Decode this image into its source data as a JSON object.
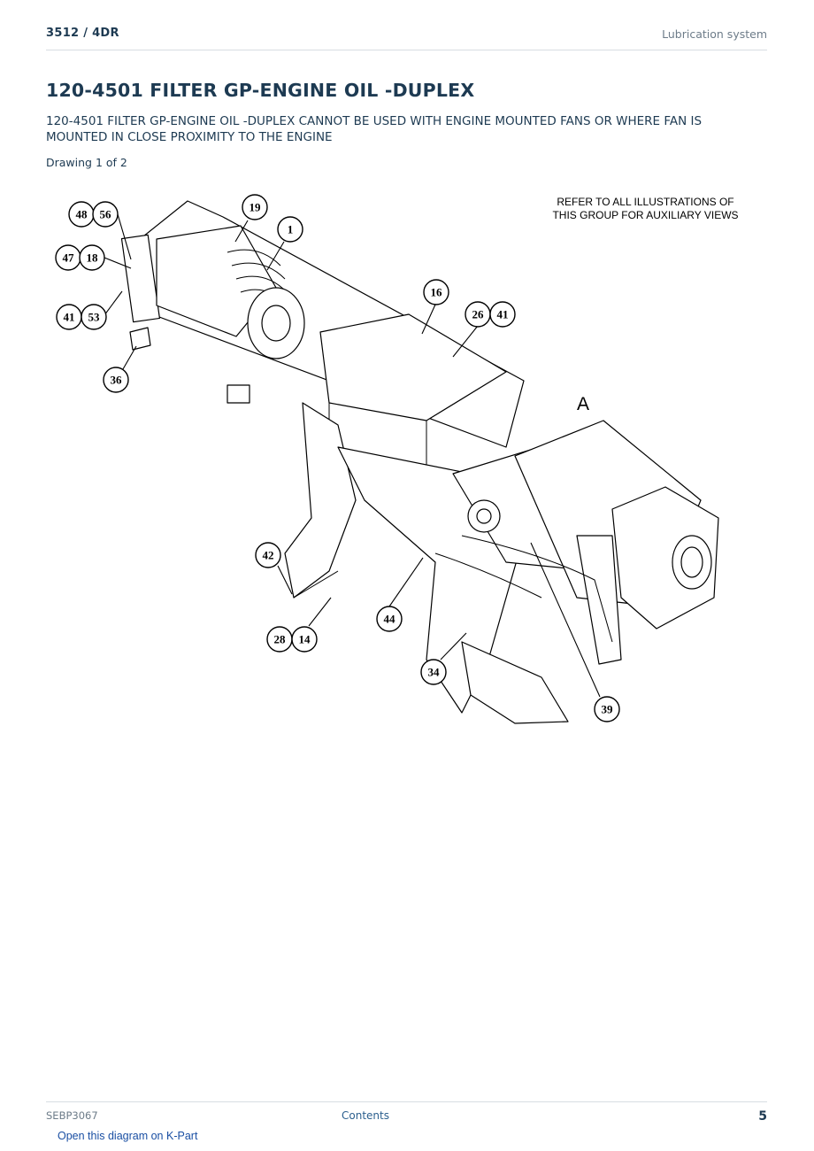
{
  "header": {
    "model": "3512  /  4DR",
    "section": "Lubrication system"
  },
  "title": "120-4501 FILTER GP-ENGINE OIL -DUPLEX",
  "subtitle": "120-4501 FILTER GP-ENGINE OIL -DUPLEX CANNOT BE USED WITH ENGINE MOUNTED FANS OR WHERE FAN IS MOUNTED IN CLOSE PROXIMITY TO THE ENGINE",
  "drawing_label": "Drawing 1 of 2",
  "figure": {
    "note_line1": "REFER TO ALL ILLUSTRATIONS OF",
    "note_line2": "THIS GROUP FOR AUXILIARY VIEWS",
    "view_label": "A",
    "callouts": [
      "48",
      "56",
      "19",
      "1",
      "47",
      "18",
      "41",
      "53",
      "36",
      "16",
      "26",
      "41",
      "42",
      "28",
      "14",
      "44",
      "34",
      "39"
    ]
  },
  "footer": {
    "doc_code": "SEBP3067",
    "contents_link": "Contents",
    "page_number": "5",
    "kpart_link": "Open this diagram on K-Part"
  }
}
